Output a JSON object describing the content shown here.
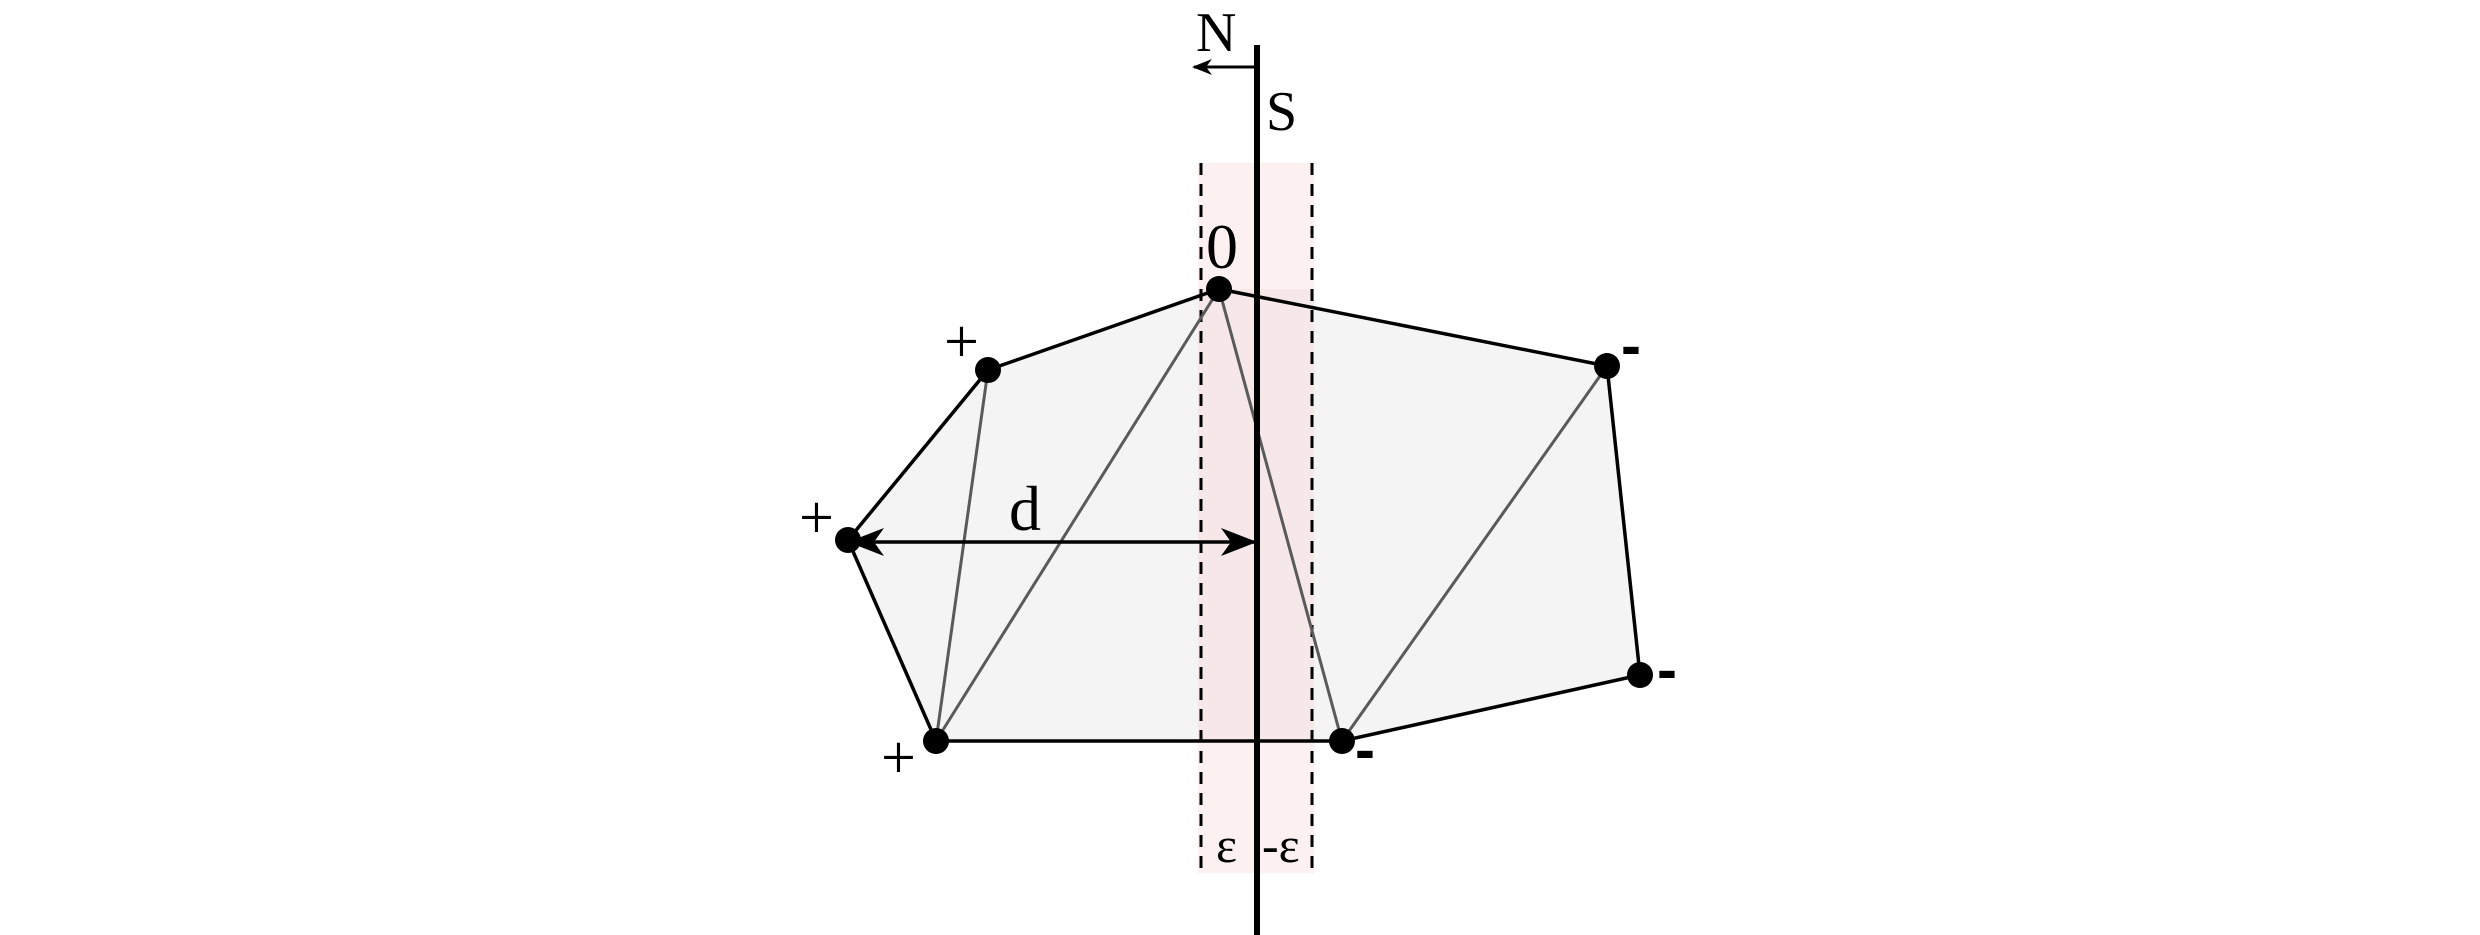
{
  "labels": {
    "north": "N",
    "south": "S",
    "top_vertex": "0",
    "distance": "d",
    "epsilon_pos": "ε",
    "epsilon_neg": "-ε",
    "plus": "+",
    "minus": "-"
  },
  "colors": {
    "polygon_fill": "#f4f4f4",
    "band_fill": "#fdeded",
    "edge": "#000000",
    "inner_edge": "#5a5a5a",
    "vertex": "#000000"
  }
}
